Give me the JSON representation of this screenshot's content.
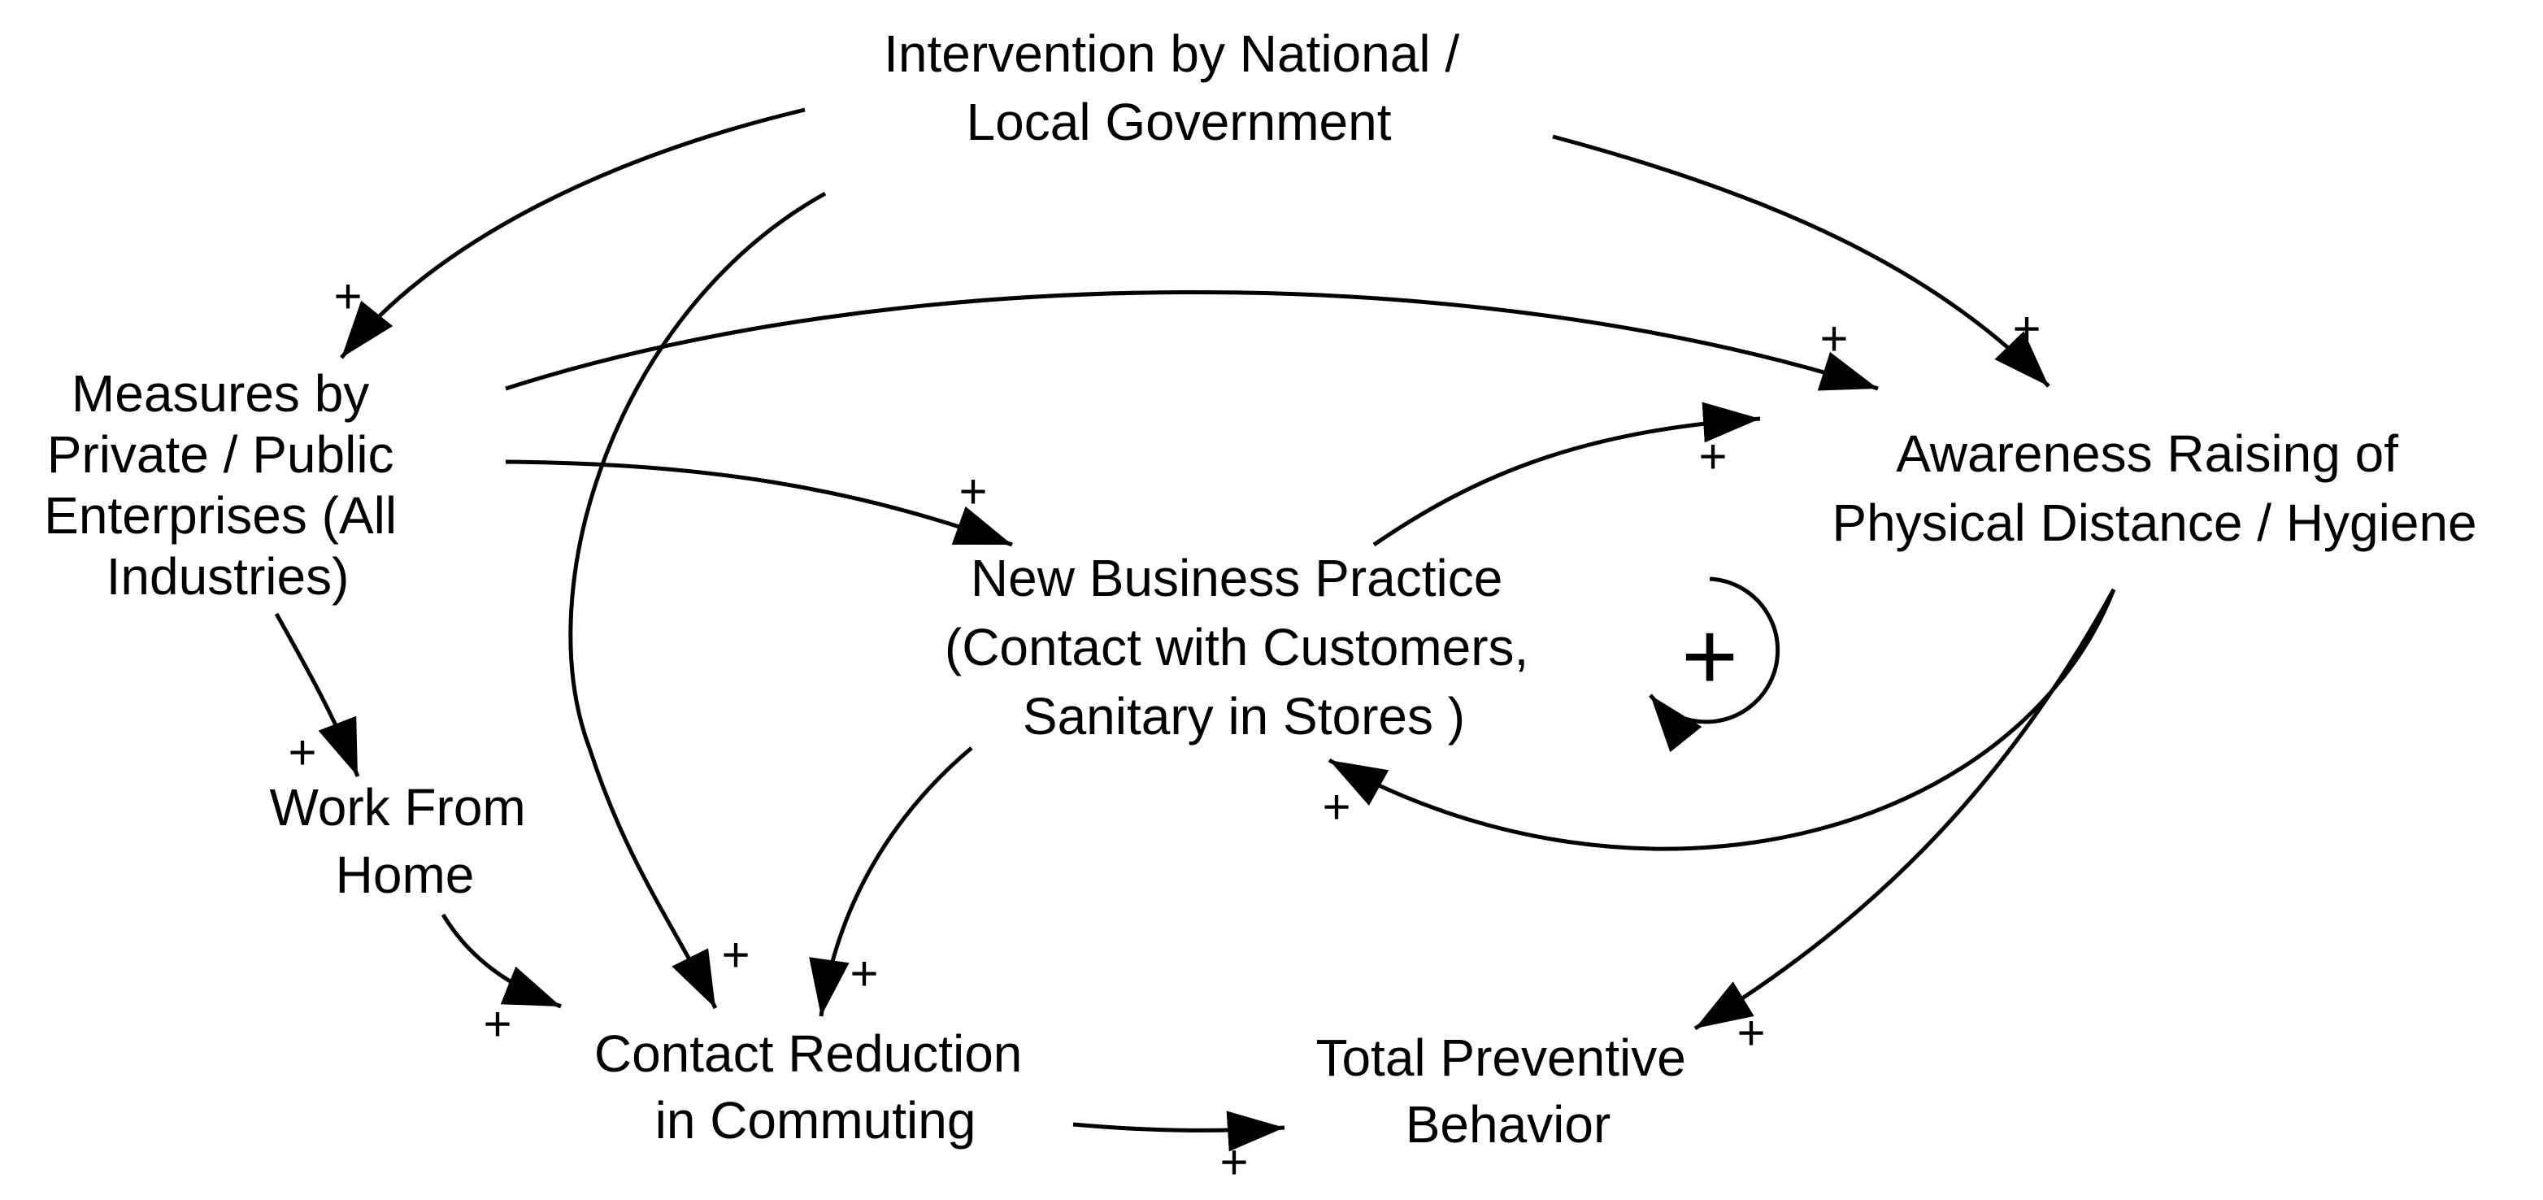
{
  "diagram": {
    "type": "causal-loop-diagram",
    "nodes": [
      {
        "id": "government",
        "label_lines": [
          "Intervention by National /",
          "Local Government"
        ]
      },
      {
        "id": "measures",
        "label_lines": [
          "Measures by",
          "Private / Public",
          "Enterprises (All",
          "Industries)"
        ]
      },
      {
        "id": "awareness",
        "label_lines": [
          "Awareness Raising of",
          "Physical Distance / Hygiene"
        ]
      },
      {
        "id": "business",
        "label_lines": [
          "New Business Practice",
          "(Contact with Customers,",
          "Sanitary in Stores )"
        ]
      },
      {
        "id": "wfh",
        "label_lines": [
          "Work From",
          "Home"
        ]
      },
      {
        "id": "commuting",
        "label_lines": [
          "Contact Reduction",
          "in Commuting"
        ]
      },
      {
        "id": "preventive",
        "label_lines": [
          "Total Preventive",
          "Behavior"
        ]
      }
    ],
    "edges": [
      {
        "from": "government",
        "to": "measures",
        "polarity": "+"
      },
      {
        "from": "government",
        "to": "commuting",
        "polarity": "+"
      },
      {
        "from": "government",
        "to": "awareness",
        "polarity": "+"
      },
      {
        "from": "measures",
        "to": "awareness",
        "polarity": "+"
      },
      {
        "from": "measures",
        "to": "business",
        "polarity": "+"
      },
      {
        "from": "measures",
        "to": "wfh",
        "polarity": "+"
      },
      {
        "from": "business",
        "to": "awareness",
        "polarity": "+"
      },
      {
        "from": "awareness",
        "to": "business",
        "polarity": "+"
      },
      {
        "from": "business",
        "to": "commuting",
        "polarity": "+"
      },
      {
        "from": "wfh",
        "to": "commuting",
        "polarity": "+"
      },
      {
        "from": "awareness",
        "to": "preventive",
        "polarity": "+"
      },
      {
        "from": "commuting",
        "to": "preventive",
        "polarity": "+"
      }
    ],
    "loops": [
      {
        "id": "reinforcing-loop",
        "symbol": "+",
        "type": "reinforcing"
      }
    ],
    "colors": {
      "ink": "#000000",
      "background": "#ffffff"
    }
  }
}
